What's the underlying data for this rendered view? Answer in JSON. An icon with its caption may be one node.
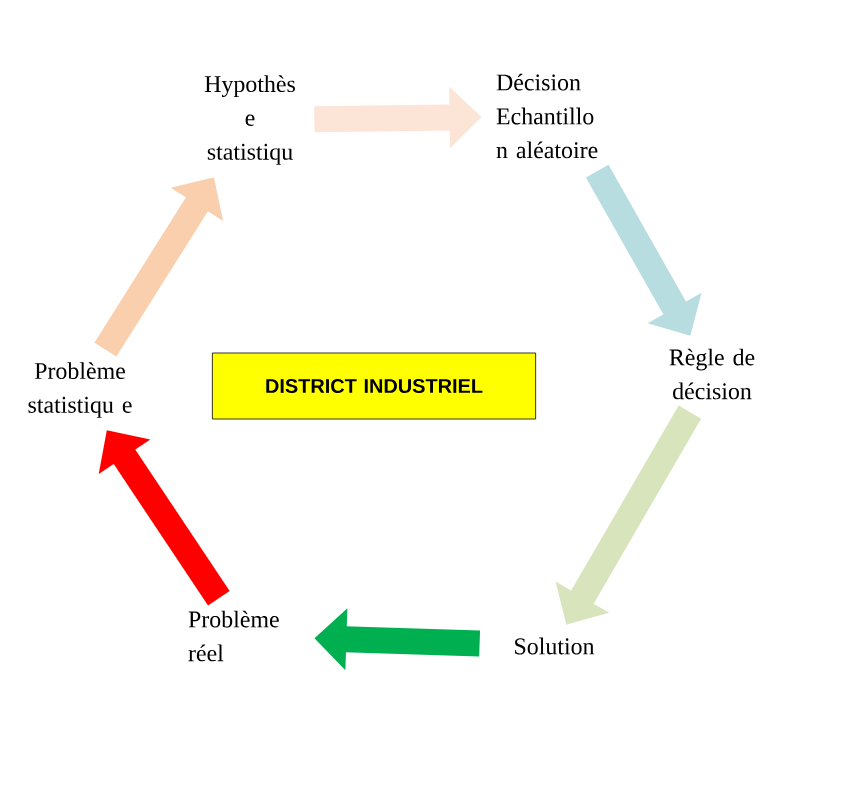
{
  "diagram": {
    "nodes": [
      {
        "text": [
          "Hypothès e statistiqu"
        ]
      },
      {
        "text": [
          "Décision Echantillo n aléatoire"
        ]
      },
      {
        "text": [
          "Règle de décision"
        ]
      },
      {
        "text": [
          "Solution"
        ]
      },
      {
        "text": [
          "Problème réel"
        ]
      },
      {
        "text": [
          "Problème statistiqu e"
        ]
      },
      {
        "text": [
          "DISTRICT INDUSTRIEL"
        ]
      }
    ],
    "edges": [
      {
        "from": 0,
        "to": 1,
        "arrow": "to",
        "color": "#fce4d6"
      },
      {
        "from": 1,
        "to": 2,
        "arrow": "to",
        "color": "#b7dde0"
      },
      {
        "from": 2,
        "to": 3,
        "arrow": "to",
        "color": "#d8e4bc"
      },
      {
        "from": 3,
        "to": 4,
        "arrow": "to",
        "color": "#00b050"
      },
      {
        "from": 4,
        "to": 5,
        "arrow": "to",
        "color": "#ff0000"
      },
      {
        "from": 5,
        "to": 0,
        "arrow": "to",
        "color": "#f9cfad"
      }
    ]
  }
}
